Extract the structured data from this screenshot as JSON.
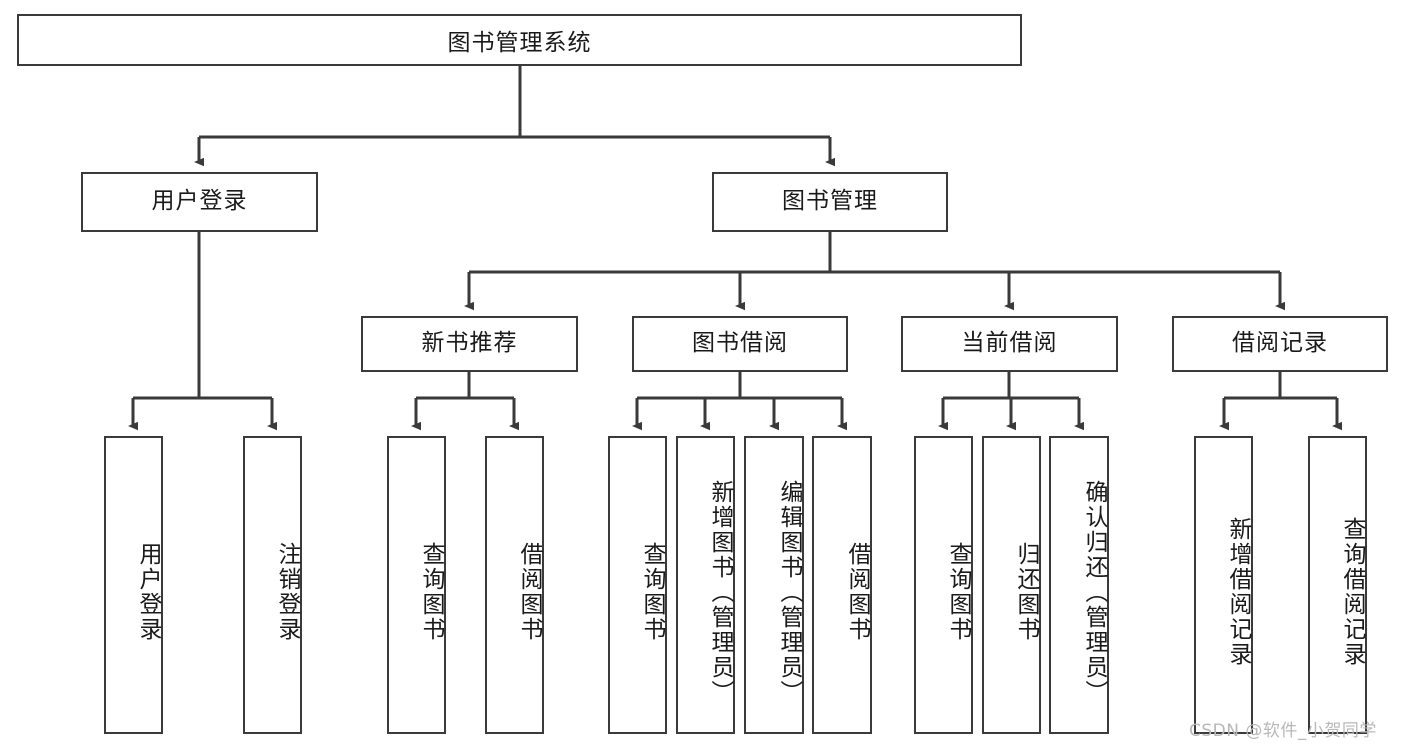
{
  "diagram": {
    "title": "图书管理系统",
    "watermark": "CSDN @软件_小贺同学",
    "colors": {
      "border": "#3a3a3a",
      "background": "#ffffff",
      "text": "#1a1a1a",
      "watermark": "#b8b8b8"
    },
    "root": {
      "label": "图书管理系统"
    },
    "level2": [
      {
        "label": "用户登录"
      },
      {
        "label": "图书管理"
      }
    ],
    "level3": [
      {
        "label": "新书推荐"
      },
      {
        "label": "图书借阅"
      },
      {
        "label": "当前借阅"
      },
      {
        "label": "借阅记录"
      }
    ],
    "leaves": {
      "user_login": [
        {
          "label": "用户登录"
        },
        {
          "label": "注销登录"
        }
      ],
      "new_book_recommend": [
        {
          "label": "查询图书"
        },
        {
          "label": "借阅图书"
        }
      ],
      "book_borrow": [
        {
          "label": "查询图书"
        },
        {
          "label": "新增图书（管理员）"
        },
        {
          "label": "编辑图书（管理员）"
        },
        {
          "label": "借阅图书"
        }
      ],
      "current_borrow": [
        {
          "label": "查询图书"
        },
        {
          "label": "归还图书"
        },
        {
          "label": "确认归还（管理员）"
        }
      ],
      "borrow_record": [
        {
          "label": "新增借阅记录"
        },
        {
          "label": "查询借阅记录"
        }
      ]
    }
  }
}
